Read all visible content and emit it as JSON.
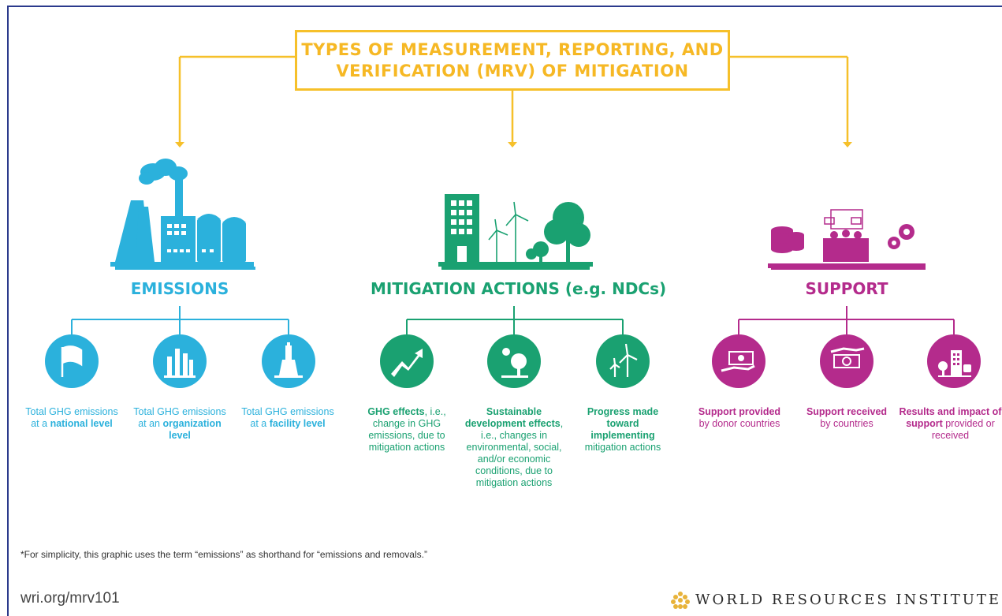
{
  "title": {
    "line1": "TYPES OF MEASUREMENT, REPORTING, AND",
    "line2": "VERIFICATION (MRV) OF MITIGATION"
  },
  "categories": {
    "emissions": {
      "label": "EMISSIONS",
      "color": "#2bb1dc",
      "items": [
        {
          "pre": "Total GHG emissions",
          "mid": "at a ",
          "bold": "national level",
          "post": ""
        },
        {
          "pre": "Total GHG emissions",
          "mid": "at an ",
          "bold": "organization",
          "post": "level"
        },
        {
          "pre": "Total GHG emissions",
          "mid": "at a ",
          "bold": "facility level",
          "post": ""
        }
      ]
    },
    "mitigation": {
      "label": "MITIGATION ACTIONS (e.g. NDCs)",
      "color": "#1aa171",
      "items": [
        {
          "bold": "GHG effects",
          "rest": ", i.e., change in GHG emissions, due to mitigation actions"
        },
        {
          "bold": "Sustainable development effects",
          "rest": ", i.e., changes in environmental, social, and/or economic conditions, due to mitigation actions"
        },
        {
          "bold": "Progress made toward implementing",
          "rest": "mitigation actions"
        }
      ]
    },
    "support": {
      "label": "SUPPORT",
      "color": "#b42b8c",
      "items": [
        {
          "bold": "Support provided",
          "rest": "by donor countries"
        },
        {
          "bold": "Support received",
          "rest": "by countries"
        },
        {
          "bold": "Results and impact of support",
          "rest": "provided or received"
        }
      ]
    }
  },
  "footnote": "*For simplicity, this graphic uses the term “emissions” as shorthand for “emissions and removals.”",
  "url": "wri.org/mrv101",
  "organization": "WORLD RESOURCES INSTITUTE",
  "colors": {
    "accent_yellow": "#f6c02a",
    "blue": "#2bb1dc",
    "green": "#1aa171",
    "magenta": "#b42b8c",
    "frame": "#2b3a8c"
  },
  "icons": [
    "factory-icon",
    "city-wind-trees-icon",
    "coins-meeting-gears-icon",
    "flag-icon",
    "buildings-icon",
    "facility-icon",
    "trend-up-icon",
    "sun-tree-icon",
    "wind-turbine-icon",
    "money-hand-icon",
    "money-received-icon",
    "results-icon",
    "wri-logo-icon"
  ]
}
